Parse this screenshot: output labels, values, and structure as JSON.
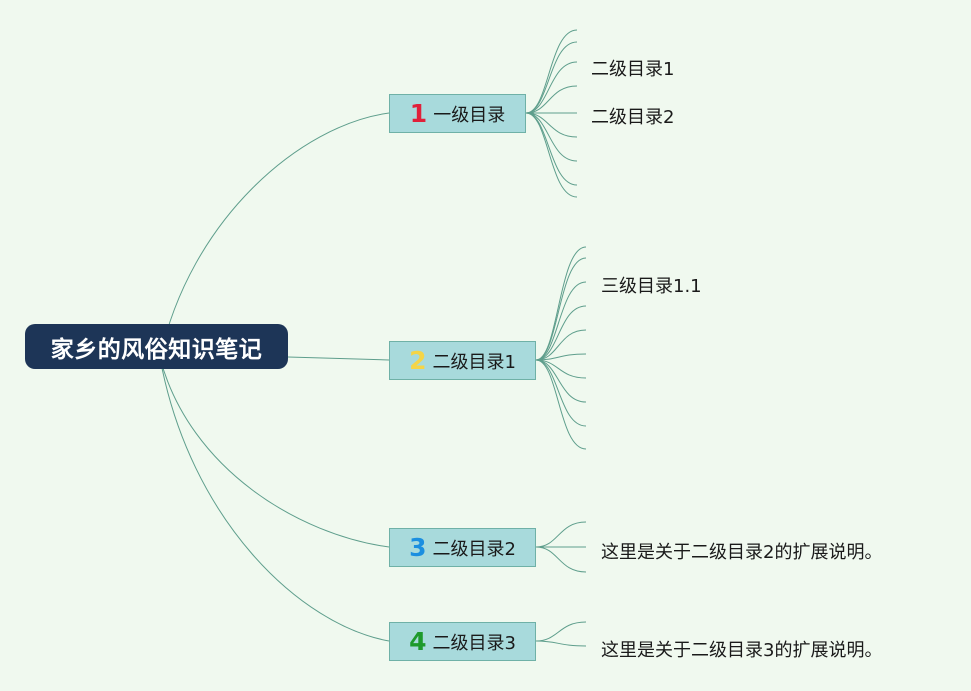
{
  "root": {
    "label": "家乡的风俗知识笔记"
  },
  "branches": [
    {
      "number": "1",
      "number_color": "#e0203a",
      "label": "一级目录",
      "leaves": [
        "二级目录1",
        "二级目录2"
      ]
    },
    {
      "number": "2",
      "number_color": "#f5d547",
      "label": "二级目录1",
      "leaves": [
        "三级目录1.1"
      ]
    },
    {
      "number": "3",
      "number_color": "#1b8fe0",
      "label": "二级目录2",
      "leaves": [
        "这里是关于二级目录2的扩展说明。"
      ]
    },
    {
      "number": "4",
      "number_color": "#1e9a2c",
      "label": "二级目录3",
      "leaves": [
        "这里是关于二级目录3的扩展说明。"
      ]
    }
  ],
  "colors": {
    "background": "#f0f9ef",
    "root_fill": "#1d3557",
    "branch_fill": "#a8dadc",
    "line": "#5e9e8c"
  }
}
